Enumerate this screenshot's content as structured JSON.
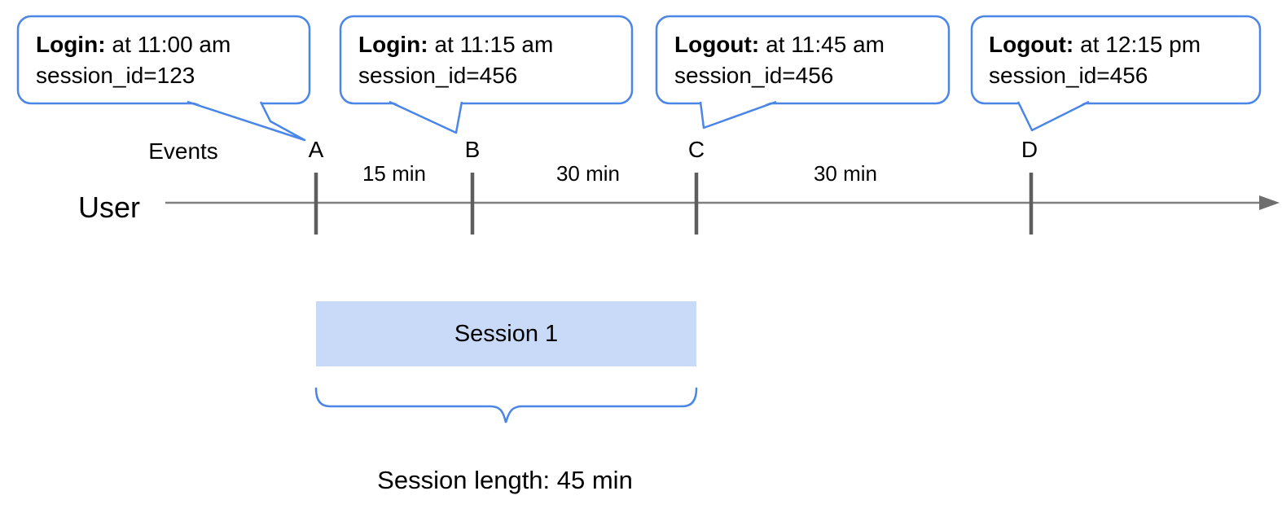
{
  "labels": {
    "events": "Events",
    "user": "User",
    "session": "Session 1",
    "session_length": "Session length: 45 min"
  },
  "bubbles": [
    {
      "title": "Login:",
      "time": "at 11:00 am",
      "session": "session_id=123",
      "marker": "A"
    },
    {
      "title": "Login:",
      "time": "at 11:15 am",
      "session": "session_id=456",
      "marker": "B"
    },
    {
      "title": "Logout:",
      "time": "at 11:45 am",
      "session": "session_id=456",
      "marker": "C"
    },
    {
      "title": "Logout:",
      "time": "at 12:15 pm",
      "session": "session_id=456",
      "marker": "D"
    }
  ],
  "intervals": [
    {
      "label": "15 min"
    },
    {
      "label": "30 min"
    },
    {
      "label": "30 min"
    }
  ],
  "colors": {
    "callout_border": "#4a86e8",
    "brace": "#4a86e8",
    "session_fill": "#c9daf8",
    "timeline": "#7f7f7f",
    "tick": "#5e5e5e",
    "text": "#000000"
  }
}
